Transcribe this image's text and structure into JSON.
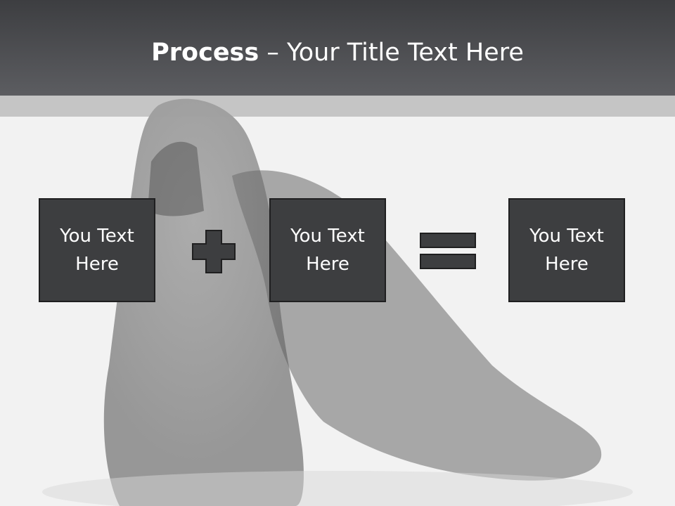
{
  "slide": {
    "title_bold": "Process",
    "title_rest": " – Your Title Text Here",
    "boxes": [
      {
        "text": "You Text Here"
      },
      {
        "text": "You Text Here"
      },
      {
        "text": "You Text Here"
      }
    ],
    "operators": [
      "plus-icon",
      "equals-icon"
    ],
    "background_image": "black leather dress shoes (faded)"
  },
  "colors": {
    "header": "#4a4b4e",
    "box": "#3d3e40",
    "text": "#ffffff",
    "band": "#bfbfbf"
  }
}
